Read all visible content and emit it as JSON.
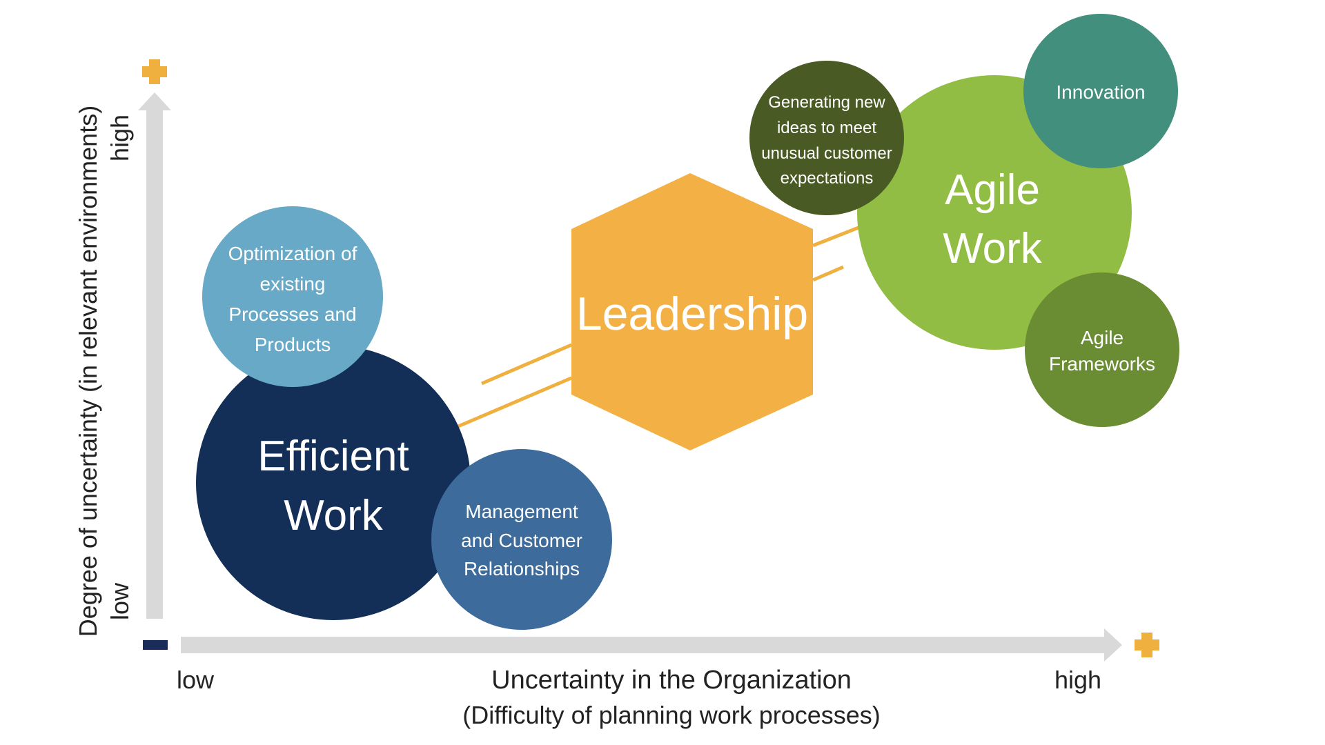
{
  "diagram": {
    "colors": {
      "axis": "#d9d9d9",
      "accent": "#f0b040",
      "minus": "#1a2d5a",
      "efficient": "#132e57",
      "optimization": "#67a9c6",
      "management": "#3d6b9c",
      "leadership": "#f3b145",
      "agile": "#92bd45",
      "innovation": "#418f7c",
      "generating": "#4a5a24",
      "frameworks": "#6a8c33",
      "text": "#222222"
    },
    "axes": {
      "y_title": "Degree of uncertainty (in relevant environments)",
      "y_low": "low",
      "y_high": "high",
      "x_title_line1": "Uncertainty in the Organization",
      "x_title_line2": "(Difficulty of planning work processes)",
      "x_low": "low",
      "x_high": "high"
    },
    "nodes": {
      "efficient": {
        "line1": "Efficient",
        "line2": "Work"
      },
      "optimization": {
        "line1": "Optimization of",
        "line2": "existing",
        "line3": "Processes and",
        "line4": "Products"
      },
      "management": {
        "line1": "Management",
        "line2": "and Customer",
        "line3": "Relationships"
      },
      "leadership": {
        "label": "Leadership"
      },
      "agile": {
        "line1": "Agile",
        "line2": "Work"
      },
      "innovation": {
        "label": "Innovation"
      },
      "generating": {
        "line1": "Generating new",
        "line2": "ideas to meet",
        "line3": "unusual customer",
        "line4": "expectations"
      },
      "frameworks": {
        "line1": "Agile",
        "line2": "Frameworks"
      }
    }
  }
}
